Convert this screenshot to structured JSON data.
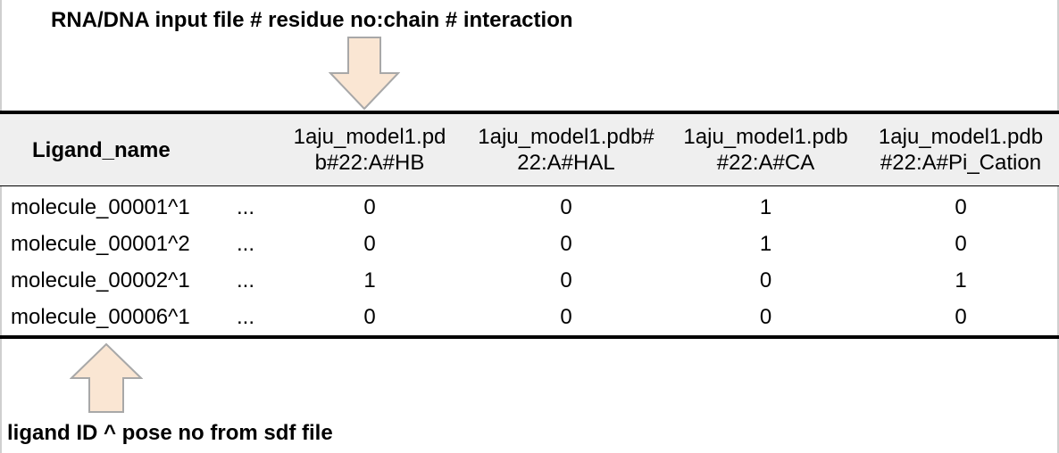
{
  "annotations": {
    "top_note": "RNA/DNA input file # residue no:chain # interaction",
    "bottom_note": "ligand ID ^ pose no from sdf file"
  },
  "colors": {
    "arrow_fill": "#fae6d3",
    "arrow_stroke": "#a8a8a8",
    "header_band": "#efefef",
    "rule": "#000000"
  },
  "table": {
    "ligand_header": "Ligand_name",
    "columns": [
      "1aju_model1.pd\nb#22:A#HB",
      "1aju_model1.pdb#\n22:A#HAL",
      "1aju_model1.pdb\n#22:A#CA",
      "1aju_model1.pdb\n#22:A#Pi_Cation"
    ],
    "ellipsis": "...",
    "rows": [
      {
        "name": "molecule_00001^1",
        "values": [
          "0",
          "0",
          "1",
          "0"
        ]
      },
      {
        "name": "molecule_00001^2",
        "values": [
          "0",
          "0",
          "1",
          "0"
        ]
      },
      {
        "name": "molecule_00002^1",
        "values": [
          "1",
          "0",
          "0",
          "1"
        ]
      },
      {
        "name": "molecule_00006^1",
        "values": [
          "0",
          "0",
          "0",
          "0"
        ]
      }
    ]
  }
}
